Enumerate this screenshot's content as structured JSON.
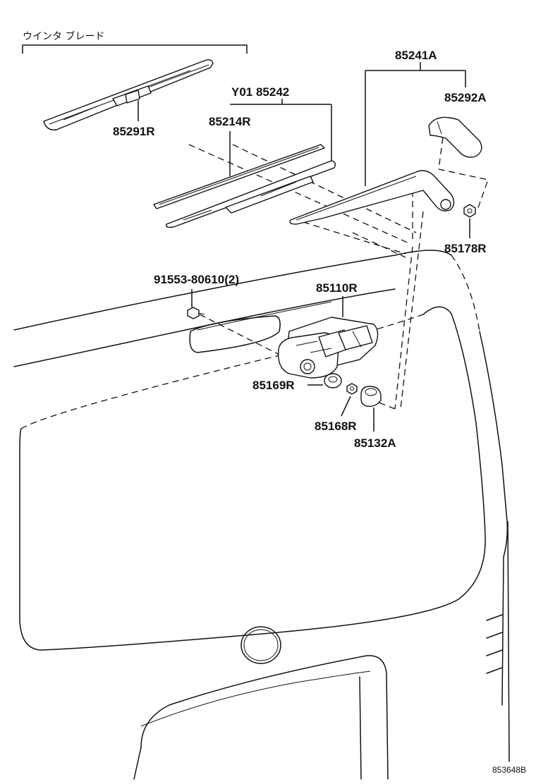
{
  "group_title": "ウインタ ブレード",
  "labels": {
    "p85291R": "85291R",
    "p85242": "Y01 85242",
    "p85214R": "85214R",
    "p85241A": "85241A",
    "p85292A": "85292A",
    "p85178R": "85178R",
    "p91553": "91553-80610(2)",
    "p85110R": "85110R",
    "p85169R": "85169R",
    "p85168R": "85168R",
    "p85132A": "85132A"
  },
  "diagram_code": "853648B"
}
